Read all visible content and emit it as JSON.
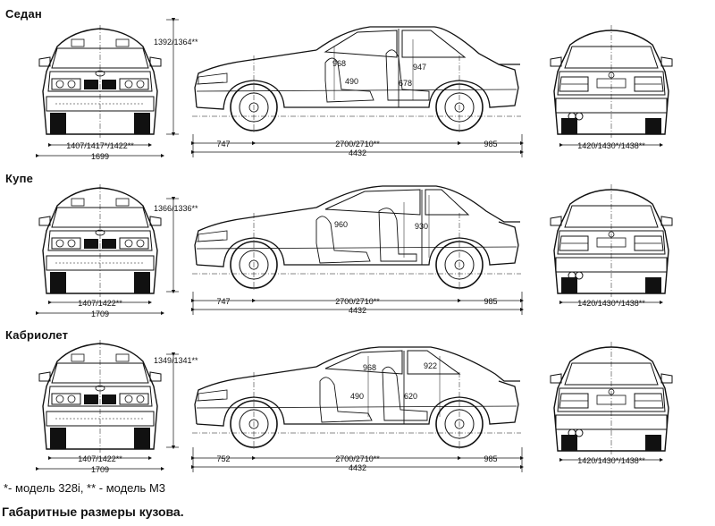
{
  "sections": [
    {
      "id": "sedan",
      "label": "Седан",
      "height_label": "1392/1364**",
      "front_track_label": "1407/1417*/1422**",
      "width_label": "1699",
      "rear_track_label": "1420/1430*/1438**",
      "front_overhang": "747",
      "wheelbase": "2700/2710**",
      "rear_overhang": "985",
      "length": "4432",
      "interior": [
        "968",
        "947",
        "490",
        "678"
      ]
    },
    {
      "id": "coupe",
      "label": "Купе",
      "height_label": "1366/1336**",
      "front_track_label": "1407/1422**",
      "width_label": "1709",
      "rear_track_label": "1420/1430*/1438**",
      "front_overhang": "747",
      "wheelbase": "2700/2710**",
      "rear_overhang": "985",
      "length": "4432",
      "interior": [
        "960",
        "930"
      ]
    },
    {
      "id": "cabrio",
      "label": "Кабриолет",
      "height_label": "1349/1341**",
      "front_track_label": "1407/1422**",
      "width_label": "1709",
      "rear_track_label": "1420/1430*/1438**",
      "front_overhang": "752",
      "wheelbase": "2700/2710**",
      "rear_overhang": "985",
      "length": "4432",
      "interior": [
        "968",
        "922",
        "490",
        "620"
      ]
    }
  ],
  "footnote": "*- модель 328i, ** - модель М3",
  "caption": "Габаритные размеры кузова."
}
